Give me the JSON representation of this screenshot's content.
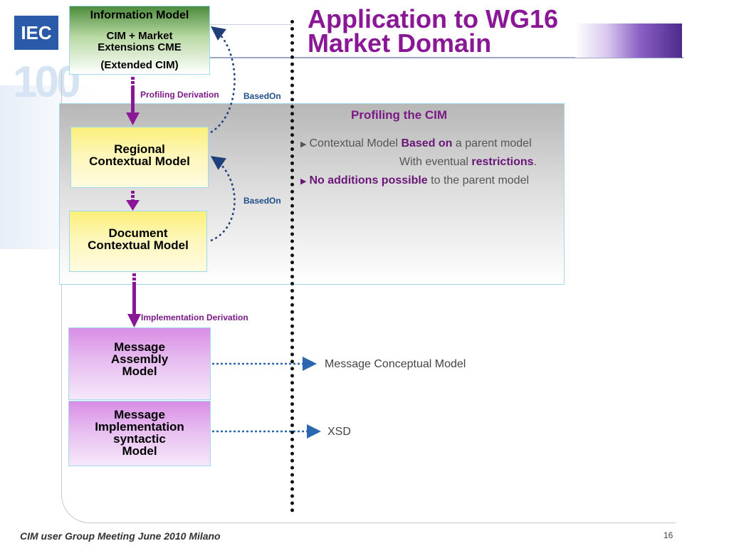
{
  "logo": {
    "text": "IEC",
    "mark": "100"
  },
  "title": {
    "line1": "Application to WG16",
    "line2": "Market Domain"
  },
  "boxes": {
    "information_model": {
      "title": "Information Model",
      "line1": "CIM + Market",
      "line2": "Extensions CME",
      "line3": "(Extended CIM)"
    },
    "regional": {
      "line1": "Regional",
      "line2": "Contextual Model"
    },
    "document": {
      "line1": "Document",
      "line2": "Contextual Model"
    },
    "assembly": {
      "line1": "Message",
      "line2": "Assembly",
      "line3": "Model"
    },
    "implementation": {
      "line1": "Message",
      "line2": "Implementation",
      "line3": "syntactic",
      "line4": "Model"
    }
  },
  "labels": {
    "profiling_derivation": "Profiling Derivation",
    "based_on_1": "BasedOn",
    "based_on_2": "BasedOn",
    "implementation_derivation": "Implementation Derivation",
    "message_conceptual_model": "Message Conceptual Model",
    "xsd": "XSD"
  },
  "profiling": {
    "heading": "Profiling the CIM",
    "bullet1_pre": "Contextual Model ",
    "bullet1_bold": "Based on",
    "bullet1_post": " a parent model",
    "bullet1b_pre": "With eventual ",
    "bullet1b_bold": "restrictions",
    "bullet1b_post": ".",
    "bullet2_bold": "No additions possible",
    "bullet2_post": " to the parent model"
  },
  "footer": {
    "text": "CIM user Group Meeting  June 2010 Milano",
    "page": "16"
  },
  "colors": {
    "title": "#8a1896",
    "arrow": "#8a1896",
    "link": "#20508a"
  }
}
